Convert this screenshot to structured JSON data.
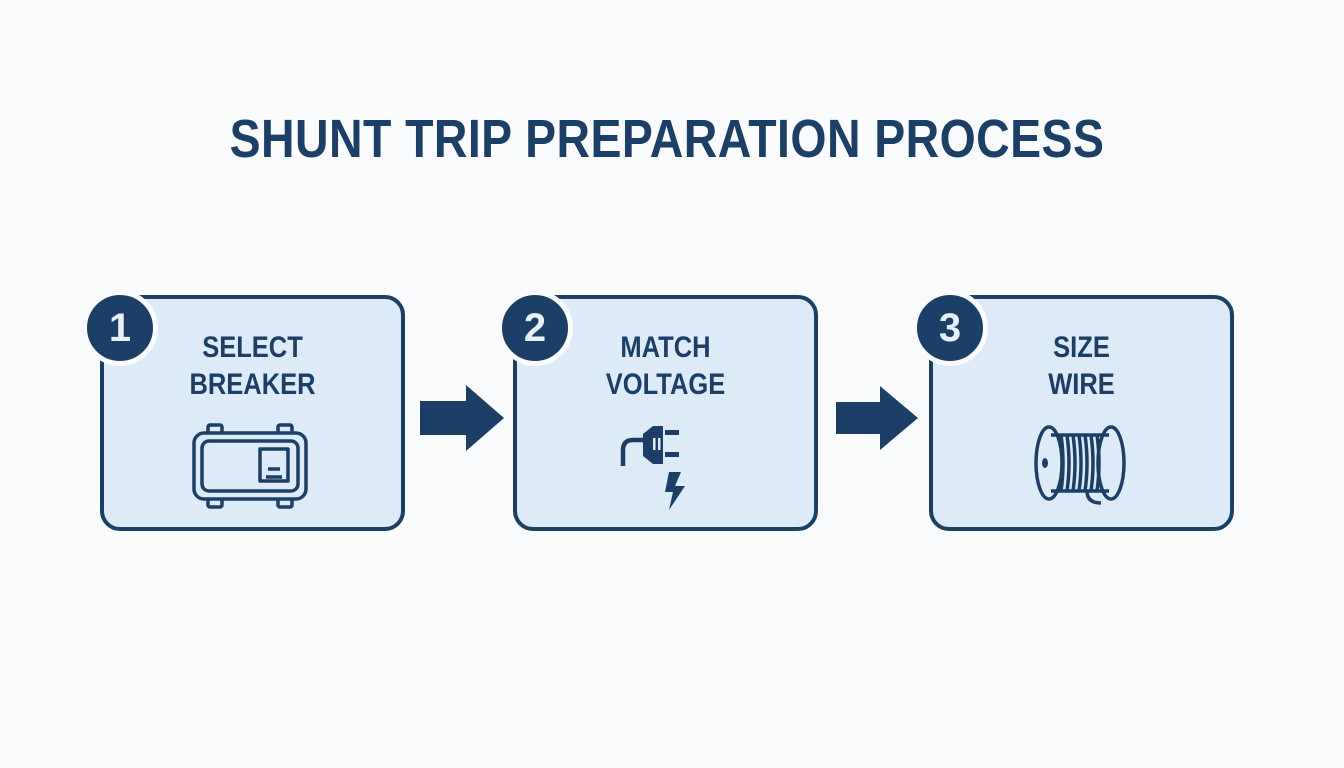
{
  "title": "SHUNT TRIP PREPARATION PROCESS",
  "colors": {
    "primary": "#1b3f66",
    "box_fill": "#dcebf7",
    "background": "#fafbfc"
  },
  "steps": [
    {
      "number": "1",
      "line1": "SELECT",
      "line2": "BREAKER",
      "icon": "circuit-breaker-icon"
    },
    {
      "number": "2",
      "line1": "MATCH",
      "line2": "VOLTAGE",
      "icon": "plug-lightning-icon"
    },
    {
      "number": "3",
      "line1": "SIZE",
      "line2": "WIRE",
      "icon": "wire-spool-icon"
    }
  ],
  "connectors": [
    "arrow-right-icon",
    "arrow-right-icon"
  ]
}
